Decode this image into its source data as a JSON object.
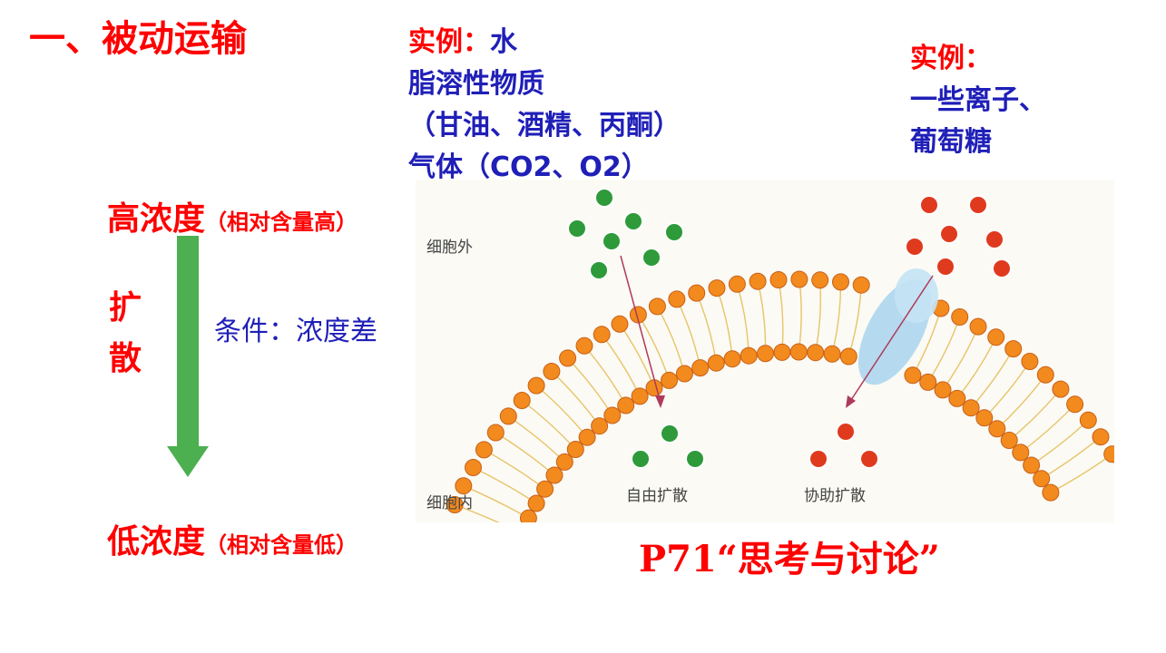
{
  "title": "一、被动运输",
  "example1": {
    "label": "实例：",
    "line1_value": "水",
    "line2": "脂溶性物质",
    "line3": "（甘油、酒精、丙酮）",
    "line4": "气体（CO2、O2）"
  },
  "example2": {
    "label": "实例：",
    "line2": "一些离子、",
    "line3": "葡萄糖"
  },
  "gradient": {
    "high": "高浓度",
    "high_note": "（相对含量高）",
    "diffusion_char1": "扩",
    "diffusion_char2": "散",
    "condition": "条件：浓度差",
    "low": "低浓度",
    "low_note": "（相对含量低）",
    "arrow_color": "#4caf50"
  },
  "diagram": {
    "outside_label": "细胞外",
    "inside_label": "细胞内",
    "free_diffusion_label": "自由扩散",
    "facilitated_diffusion_label": "协助扩散",
    "free_molecule_color": "#2e9a3a",
    "facilitated_molecule_color": "#e03a1e",
    "lipid_head_color": "#f28a1e",
    "carrier_protein_color": "#a8d4ee"
  },
  "discussion": "P71“思考与讨论”"
}
